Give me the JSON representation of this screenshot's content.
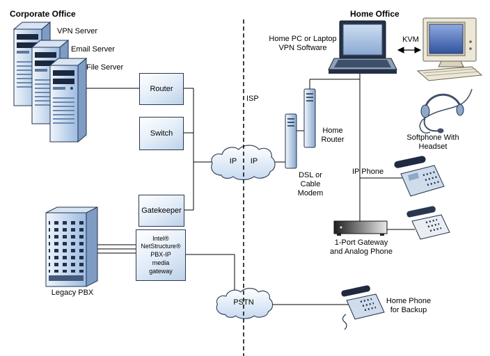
{
  "titles": {
    "corporate": "Corporate Office",
    "home": "Home Office"
  },
  "corporate": {
    "servers": {
      "vpn": "VPN Server",
      "email": "Email Server",
      "file": "File Server"
    },
    "boxes": {
      "router": "Router",
      "switch": "Switch",
      "gatekeeper": "Gatekeeper",
      "gateway_lines": [
        "Intel®",
        "NetStructure®",
        "PBX-IP",
        "media",
        "gateway"
      ]
    },
    "legacy_pbx": "Legacy PBX"
  },
  "network": {
    "isp": "ISP",
    "ip_left": "IP",
    "ip_right": "IP",
    "pstn": "PSTN"
  },
  "home": {
    "pc": "Home PC or Laptop VPN Software",
    "kvm": "KVM",
    "router": "Home Router",
    "modem": "DSL or Cable Modem",
    "softphone": "Softphone With Headset",
    "ip_phone": "IP Phone",
    "gateway": "1-Port Gateway and Analog Phone",
    "backup_phone": "Home Phone for Backup"
  },
  "icons": [
    "server-tower-icon",
    "pbx-tower-icon",
    "ip-cloud-icon",
    "pstn-cloud-icon",
    "laptop-icon",
    "desktop-computer-icon",
    "kvm-arrow-icon",
    "headset-icon",
    "dsl-modem-icon",
    "home-router-icon",
    "ip-phone-icon",
    "analog-phone-icon",
    "home-phone-icon",
    "one-port-gateway-icon"
  ],
  "colors": {
    "device_blue": "#9cbce0",
    "panel_dark": "#1c2740",
    "screen_blue": "#31529e",
    "beige": "#ece7d7",
    "cloud_fill": "#c6daf0",
    "line": "#000000"
  }
}
